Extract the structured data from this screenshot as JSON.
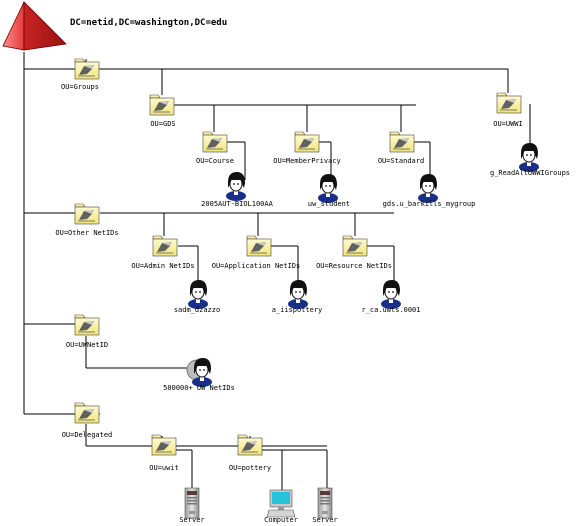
{
  "root": {
    "label": "DC=netid,DC=washington,DC=edu"
  },
  "nodes": [
    {
      "id": "groups",
      "type": "ou",
      "label": "OU=Groups"
    },
    {
      "id": "gds",
      "type": "ou",
      "label": "OU=GDS"
    },
    {
      "id": "course",
      "type": "ou",
      "label": "OU=Course"
    },
    {
      "id": "course-user",
      "type": "user",
      "label": "2005AUT-BIOL100AA"
    },
    {
      "id": "memberprivacy",
      "type": "ou",
      "label": "OU=MemberPrivacy"
    },
    {
      "id": "memberprivacy-user",
      "type": "user",
      "label": "uw_student"
    },
    {
      "id": "standard",
      "type": "ou",
      "label": "OU=Standard"
    },
    {
      "id": "standard-user",
      "type": "user",
      "label": "gds.u_barkills_mygroup"
    },
    {
      "id": "uwwi",
      "type": "ou",
      "label": "OU=UWWI"
    },
    {
      "id": "uwwi-user",
      "type": "user",
      "label": "g_ReadAllUWWIGroups"
    },
    {
      "id": "othernetids",
      "type": "ou",
      "label": "OU=Other NetIDs"
    },
    {
      "id": "admin",
      "type": "ou",
      "label": "OU=Admin NetIDs"
    },
    {
      "id": "admin-user",
      "type": "user",
      "label": "sadm_dzazzo"
    },
    {
      "id": "application",
      "type": "ou",
      "label": "OU=Application NetIDs"
    },
    {
      "id": "application-user",
      "type": "user",
      "label": "a_iispottery"
    },
    {
      "id": "resource",
      "type": "ou",
      "label": "OU=Resource NetIDs"
    },
    {
      "id": "resource-user",
      "type": "user",
      "label": "r_ca.uwts.0001"
    },
    {
      "id": "uwnetid",
      "type": "ou",
      "label": "OU=UWNetID"
    },
    {
      "id": "uwnetid-users",
      "type": "users",
      "label": "500000+ UW NetIDs"
    },
    {
      "id": "delegated",
      "type": "ou",
      "label": "OU=Delegated"
    },
    {
      "id": "uwit",
      "type": "ou",
      "label": "OU=uwit"
    },
    {
      "id": "uwit-server",
      "type": "server",
      "label": "Server"
    },
    {
      "id": "pottery",
      "type": "ou",
      "label": "OU=pottery"
    },
    {
      "id": "pottery-computer",
      "type": "computer",
      "label": "Computer"
    },
    {
      "id": "pottery-server",
      "type": "server",
      "label": "Server"
    }
  ]
}
